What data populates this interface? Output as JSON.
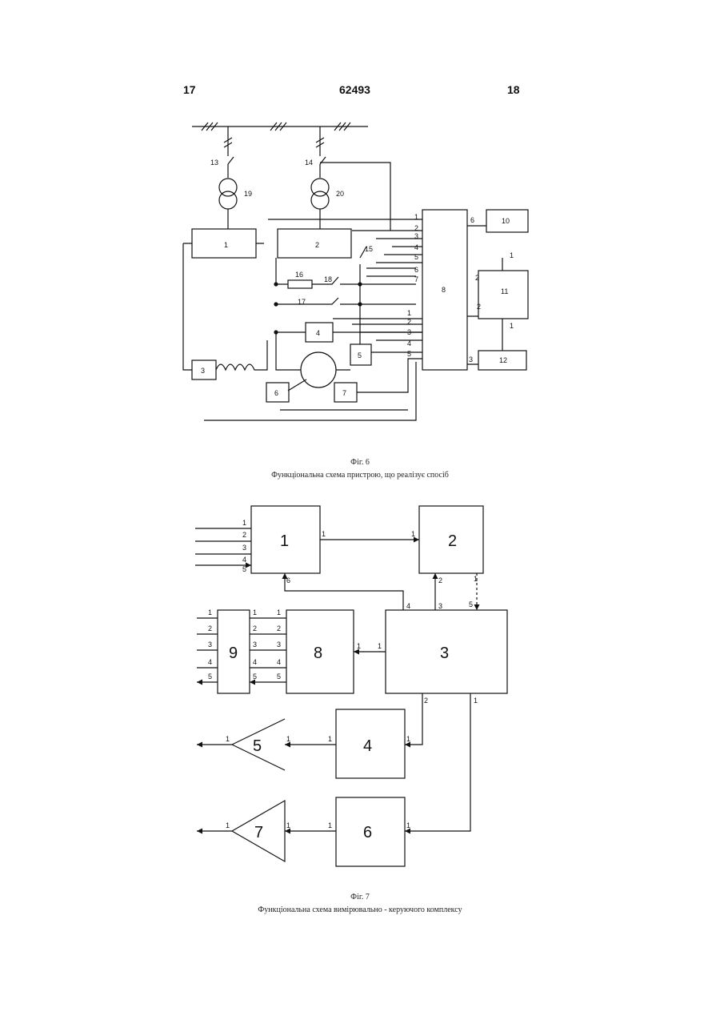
{
  "header": {
    "left_page": "17",
    "patent_number": "62493",
    "right_page": "18"
  },
  "figure6": {
    "caption_label": "Фіг. 6",
    "caption_text": "Функціональна схема пристрою, що реалізує спосіб",
    "labels": {
      "breaker_a": "13",
      "breaker_b": "14",
      "transformer_a": "19",
      "transformer_b": "20",
      "block_1": "1",
      "block_2": "2",
      "block_3": "3",
      "block_4": "4",
      "block_5": "5",
      "block_6": "6",
      "block_7": "7",
      "block_8": "8",
      "block_10": "10",
      "block_11": "11",
      "block_12": "12",
      "switch_15": "15",
      "resistor_16": "16",
      "switch_17": "17",
      "switch_18": "18"
    },
    "ports_right_8": [
      "1",
      "2",
      "3",
      "4",
      "5",
      "6",
      "7"
    ],
    "ports_input_8": [
      "1",
      "2",
      "3",
      "4",
      "5"
    ],
    "ports_misc": {
      "p8_6": "6",
      "p11_2": "2",
      "p8_2": "2",
      "p11_1": "1",
      "p8_3": "3",
      "p11_out": "1",
      "p12": "1"
    }
  },
  "figure7": {
    "caption_label": "Фіг. 7",
    "caption_text": "Функціональна схема вимірювально - керуючого комплексу",
    "blocks": {
      "b1": "1",
      "b2": "2",
      "b3": "3",
      "b4": "4",
      "b5": "5",
      "b6": "6",
      "b7": "7",
      "b8": "8",
      "b9": "9"
    },
    "ports": {
      "b1_inputs": [
        "1",
        "2",
        "3",
        "4",
        "5"
      ],
      "b1_out": "1",
      "b2_in": "1",
      "b1_in6": "6",
      "b2_in2": "2",
      "b2_out": "1",
      "b3_4": "4",
      "b3_3": "3",
      "b3_5": "5",
      "b3_2": "2",
      "b3_1": "1",
      "b8_in": "1",
      "b8_outs": [
        "1",
        "2",
        "3",
        "4",
        "5"
      ],
      "b9_ins": [
        "1",
        "2",
        "3",
        "4",
        "5"
      ],
      "b9_outs": [
        "1",
        "2",
        "3",
        "4",
        "5"
      ],
      "b4_in": "1",
      "b4_out": "1",
      "b5_in": "1",
      "b5_out": "1",
      "b6_in": "1",
      "b6_out": "1",
      "b7_in": "1",
      "b7_out": "1"
    }
  }
}
